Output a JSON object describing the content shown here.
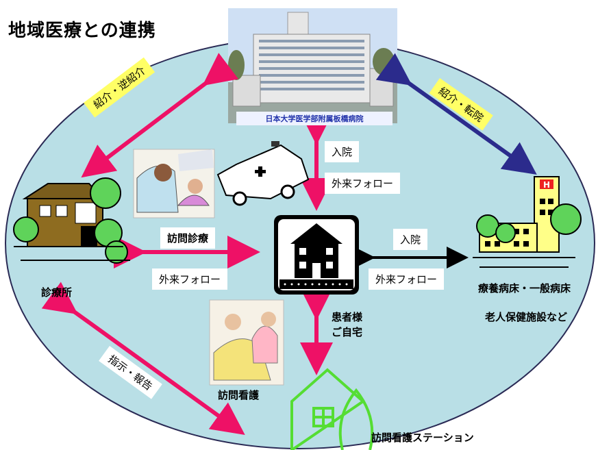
{
  "title": "地域医療との連携",
  "hospital": {
    "caption": "日本大学医学部附属板橋病院"
  },
  "nodes": {
    "clinic": "診療所",
    "home_line1": "患者様",
    "home_line2": "ご自宅",
    "care_line1": "療養病床・一般病床",
    "care_line2": "老人保健施設など",
    "nursing_station": "訪問看護ステーション",
    "home_visit_nursing": "訪問看護"
  },
  "links": {
    "referral": "紹介・逆紹介",
    "transfer": "紹介・転院",
    "instructions": "指示・報告",
    "admission_top": "入院",
    "outpatient_top": "外来フォロー",
    "home_visit_care": "訪問診療",
    "outpatient_left": "外来フォロー",
    "admission_right": "入院",
    "outpatient_right": "外来フォロー"
  },
  "colors": {
    "ellipse": "#b9dfe6",
    "pink_arrow": "#ee1166",
    "navy_arrow": "#2b2b8c",
    "black_arrow": "#000000",
    "label_yellow": "#ffff66",
    "green": "#55cc33"
  }
}
